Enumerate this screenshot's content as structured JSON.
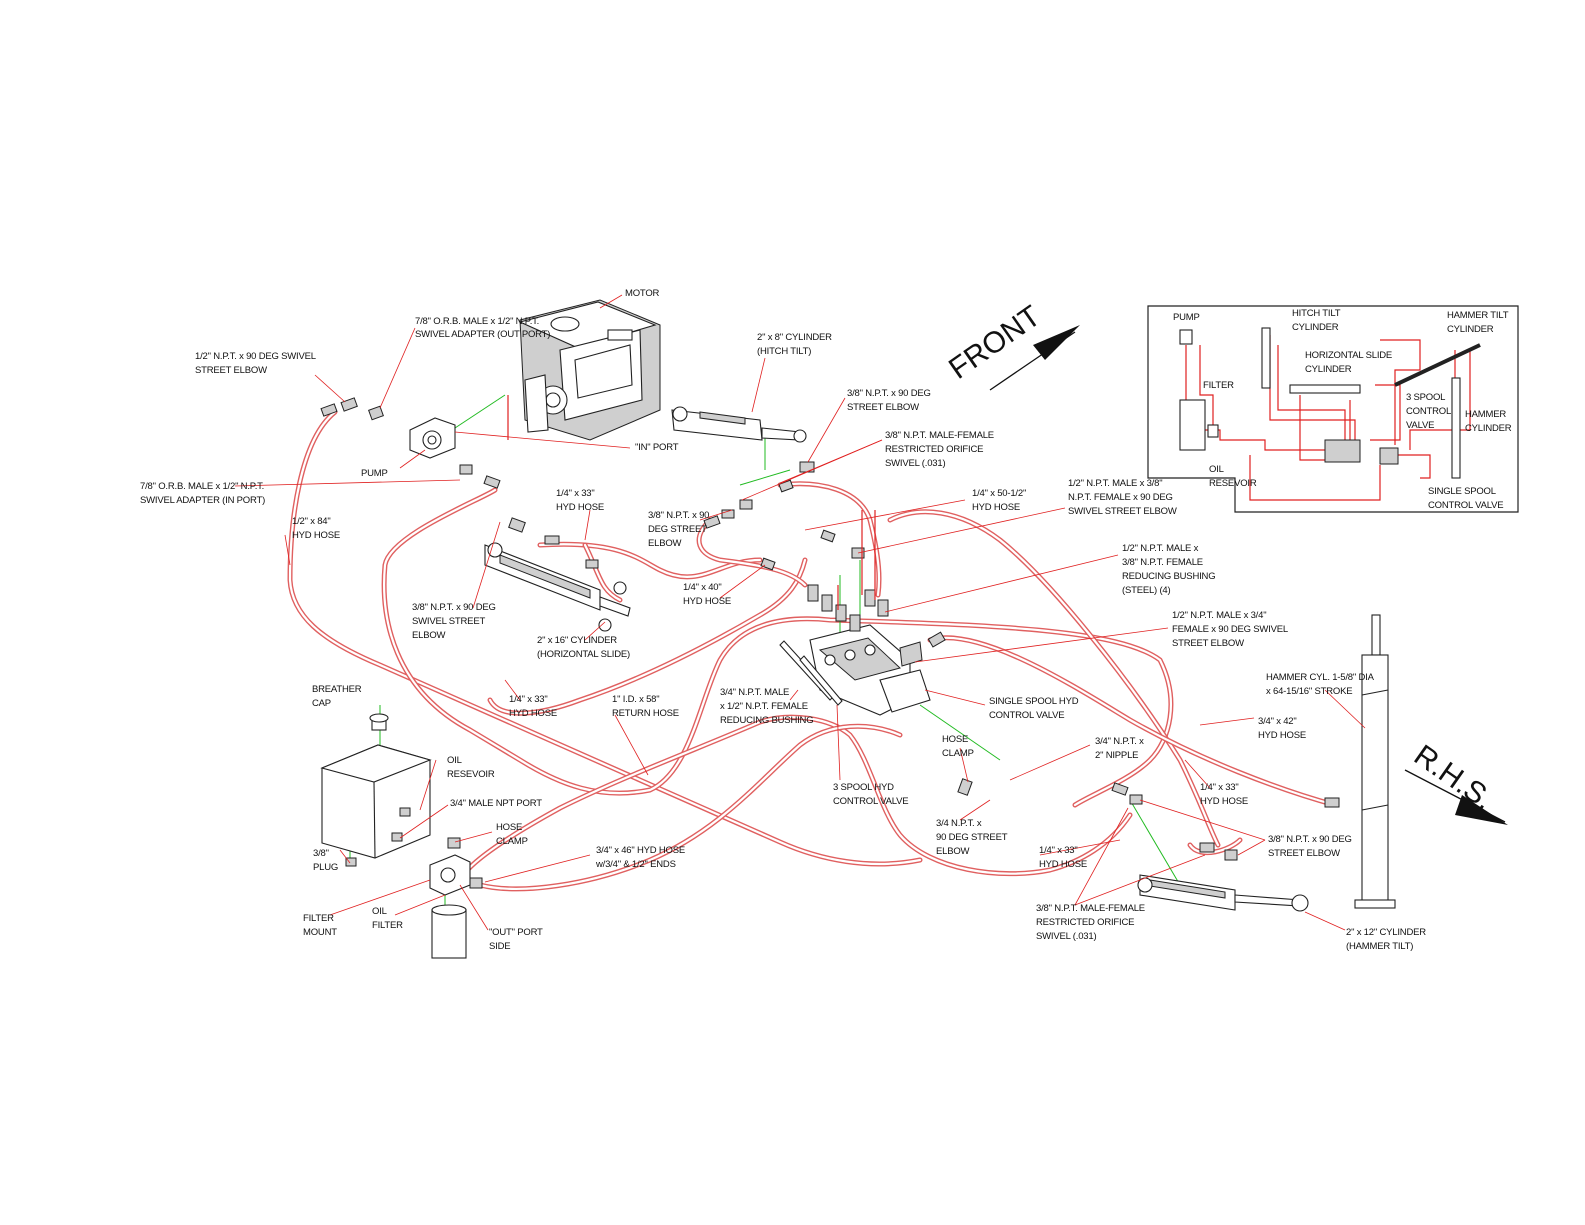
{
  "labels": {
    "motor": "MOTOR",
    "orb_out_1": "7/8\" O.R.B. MALE x 1/2\" N.P.T.",
    "orb_out_2": "SWIVEL ADAPTER (OUT PORT)",
    "swivel_elbow_1": "1/2\" N.P.T. x 90 DEG SWIVEL",
    "swivel_elbow_2": "STREET ELBOW",
    "pump": "PUMP",
    "in_port": "\"IN\" PORT",
    "orb_in_1": "7/8\" O.R.B. MALE x 1/2\" N.P.T.",
    "orb_in_2": "SWIVEL ADAPTER (IN PORT)",
    "hose84_1": "1/2\" x 84\"",
    "hose84_2": "HYD HOSE",
    "cyl8_1": "2\" x 8\" CYLINDER",
    "cyl8_2": "(HITCH TILT)",
    "elbow38_a1": "3/8\" N.P.T. x 90 DEG",
    "elbow38_a2": "STREET ELBOW",
    "orifice_a1": "3/8\" N.P.T. MALE-FEMALE",
    "orifice_a2": "RESTRICTED ORIFICE",
    "orifice_a3": "SWIVEL (.031)",
    "hose33_a1": "1/4\" x 33\"",
    "hose33_a2": "HYD HOSE",
    "elbow38_b1": "3/8\" N.P.T. x 90",
    "elbow38_b2": "DEG STREET",
    "elbow38_b3": "ELBOW",
    "hose50_1": "1/4\" x 50-1/2\"",
    "hose50_2": "HYD HOSE",
    "swivel12_1": "1/2\" N.P.T. MALE x 3/8\"",
    "swivel12_2": "N.P.T. FEMALE x 90 DEG",
    "swivel12_3": "SWIVEL STREET ELBOW",
    "bushing_1": "1/2\" N.P.T. MALE x",
    "bushing_2": "3/8\" N.P.T. FEMALE",
    "bushing_3": "REDUCING BUSHING",
    "bushing_4": "(STEEL) (4)",
    "hose40_1": "1/4\" x 40\"",
    "hose40_2": "HYD HOSE",
    "swivel38_1": "3/8\" N.P.T. x 90 DEG",
    "swivel38_2": "SWIVEL STREET",
    "swivel38_3": "ELBOW",
    "cyl16_1": "2\" x 16\" CYLINDER",
    "cyl16_2": "(HORIZONTAL SLIDE)",
    "swivel34_1": "1/2\" N.P.T. MALE x 3/4\"",
    "swivel34_2": "FEMALE x 90 DEG SWIVEL",
    "swivel34_3": "STREET ELBOW",
    "breather_1": "BREATHER",
    "breather_2": "CAP",
    "hose33_b1": "1/4\" x 33\"",
    "hose33_b2": "HYD HOSE",
    "return_1": "1\" I.D. x 58\"",
    "return_2": "RETURN  HOSE",
    "bush34_1": "3/4\" N.P.T. MALE",
    "bush34_2": "x 1/2\" N.P.T. FEMALE",
    "bush34_3": "REDUCING BUSHING",
    "single_1": "SINGLE SPOOL HYD",
    "single_2": "CONTROL VALVE",
    "hammer_cyl_1": "HAMMER CYL. 1-5/8\" DIA",
    "hammer_cyl_2": "x 64-15/16\" STROKE",
    "hose42_1": "3/4\" x 42\"",
    "hose42_2": "HYD HOSE",
    "oilres_1": "OIL",
    "oilres_2": "RESEVOIR",
    "male_npt": "3/4\" MALE NPT PORT",
    "hclamp_a1": "HOSE",
    "hclamp_a2": "CLAMP",
    "hclamp_b1": "HOSE",
    "hclamp_b2": "CLAMP",
    "spool3_1": "3 SPOOL HYD",
    "spool3_2": "CONTROL VALVE",
    "nipple_1": "3/4\" N.P.T. x",
    "nipple_2": "2\" NIPPLE",
    "hose33_c1": "1/4\" x 33\"",
    "hose33_c2": "HYD HOSE",
    "plug_1": "3/8\"",
    "plug_2": "PLUG",
    "hose46_1": "3/4\" x 46\" HYD HOSE",
    "hose46_2": "w/3/4\" & 1/2\" ENDS",
    "elbow34_1": "3/4 N.P.T. x",
    "elbow34_2": "90 DEG STREET",
    "elbow34_3": "ELBOW",
    "hose33_d1": "1/4\" x 33\"",
    "hose33_d2": "HYD HOSE",
    "elbow38_c1": "3/8\" N.P.T. x 90 DEG",
    "elbow38_c2": "STREET ELBOW",
    "fmount_1": "FILTER",
    "fmount_2": "MOUNT",
    "ofilter_1": "OIL",
    "ofilter_2": "FILTER",
    "outport_1": "\"OUT\" PORT",
    "outport_2": "SIDE",
    "orifice_b1": "3/8\" N.P.T. MALE-FEMALE",
    "orifice_b2": "RESTRICTED ORIFICE",
    "orifice_b3": "SWIVEL (.031)",
    "cyl12_1": "2\" x 12\" CYLINDER",
    "cyl12_2": "(HAMMER TILT)",
    "front": "FRONT",
    "rhs": "R.H.S."
  },
  "inset": {
    "pump": "PUMP",
    "hitch_1": "HITCH TILT",
    "hitch_2": "CYLINDER",
    "hammer_tilt_1": "HAMMER TILT",
    "hammer_tilt_2": "CYLINDER",
    "hslide_1": "HORIZONTAL SLIDE",
    "hslide_2": "CYLINDER",
    "filter": "FILTER",
    "spool3_1": "3 SPOOL",
    "spool3_2": "CONTROL",
    "spool3_3": "VALVE",
    "hammer_1": "HAMMER",
    "hammer_2": "CYLINDER",
    "oil_1": "OIL",
    "oil_2": "RESEVOIR",
    "single_1": "SINGLE SPOOL",
    "single_2": "CONTROL VALVE"
  },
  "colors": {
    "hose": "#e06060",
    "leader": "#e02020",
    "centerline": "#22bb22"
  }
}
